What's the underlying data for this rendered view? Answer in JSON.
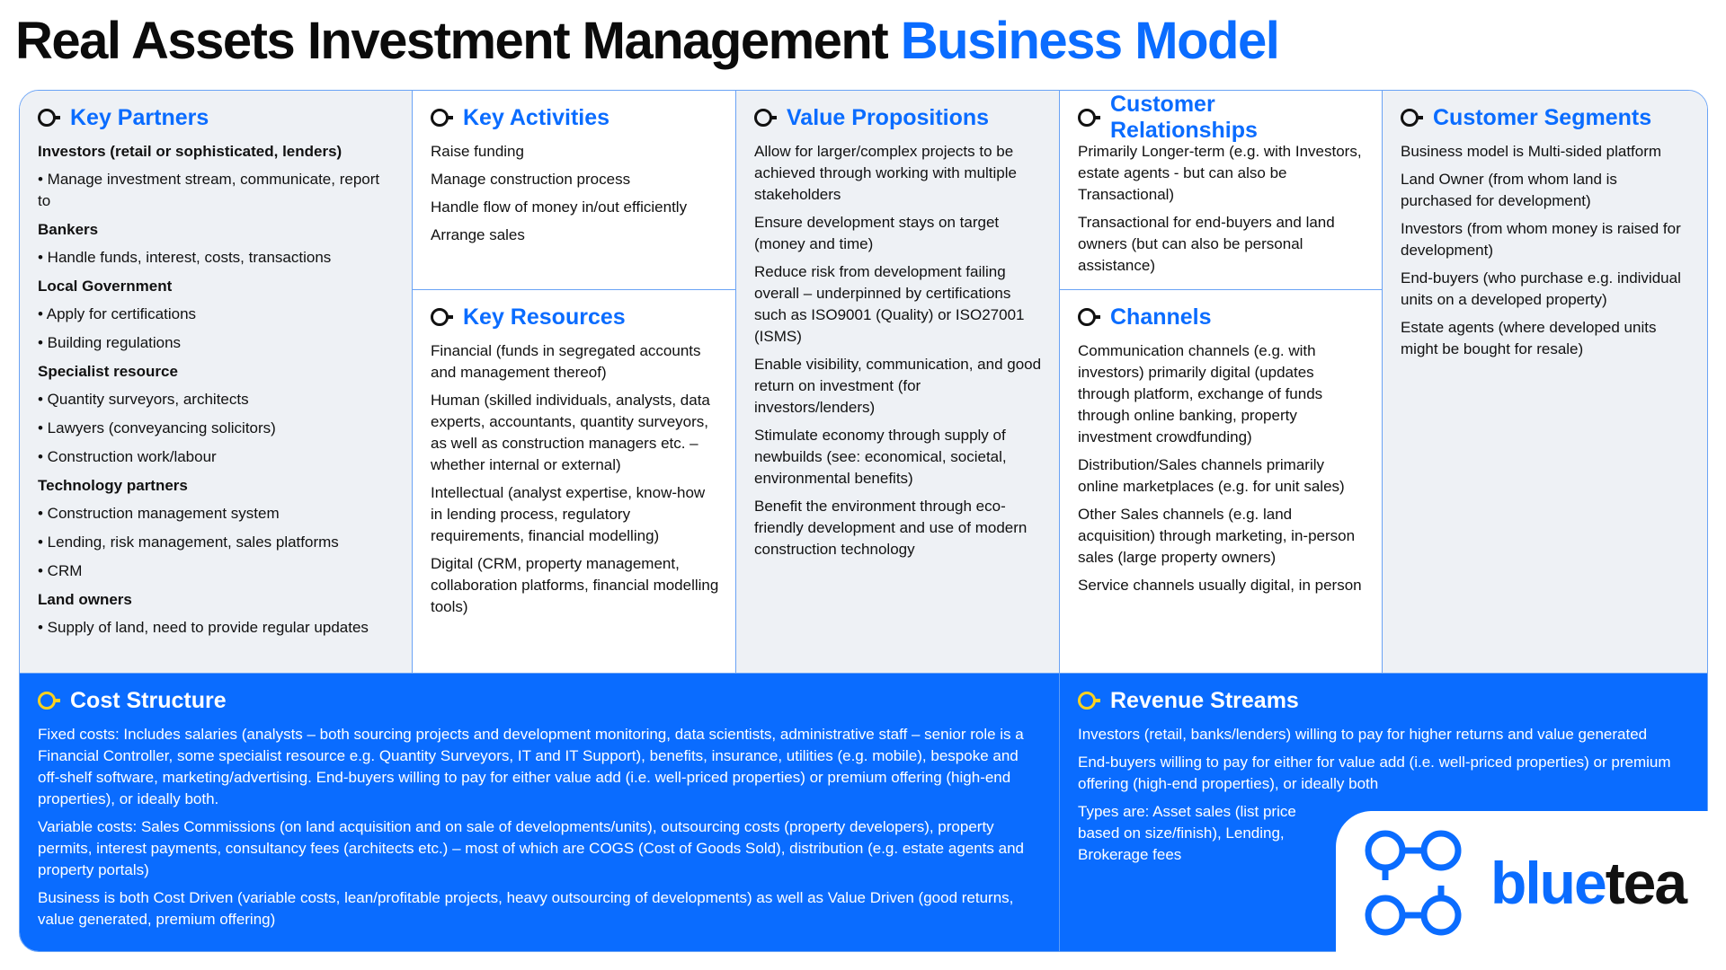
{
  "title": {
    "main": "Real Assets Investment Management",
    "accent": "Business Model"
  },
  "key_partners": {
    "heading": "Key Partners",
    "items": [
      {
        "text": "Investors (retail or sophisticated, lenders)",
        "bold": true
      },
      {
        "text": "• Manage investment stream, communicate, report to"
      },
      {
        "text": "Bankers",
        "bold": true
      },
      {
        "text": "• Handle funds, interest, costs, transactions"
      },
      {
        "text": "Local Government",
        "bold": true
      },
      {
        "text": "• Apply for certifications"
      },
      {
        "text": "• Building regulations"
      },
      {
        "text": "Specialist resource",
        "bold": true
      },
      {
        "text": "• Quantity surveyors, architects"
      },
      {
        "text": "• Lawyers (conveyancing solicitors)"
      },
      {
        "text": "• Construction work/labour"
      },
      {
        "text": "Technology partners",
        "bold": true
      },
      {
        "text": "• Construction management system"
      },
      {
        "text": "• Lending, risk management, sales platforms"
      },
      {
        "text": "• CRM"
      },
      {
        "text": "Land owners",
        "bold": true
      },
      {
        "text": "• Supply of land, need to provide regular updates"
      }
    ]
  },
  "key_activities": {
    "heading": "Key Activities",
    "items": [
      "Raise funding",
      "Manage construction process",
      "Handle flow of money in/out efficiently",
      "Arrange sales"
    ]
  },
  "key_resources": {
    "heading": "Key Resources",
    "items": [
      "Financial (funds in segregated accounts and management thereof)",
      "Human (skilled individuals, analysts, data experts, accountants, quantity surveyors, as well as construction managers etc. – whether internal or external)",
      "Intellectual (analyst expertise, know-how in lending process, regulatory requirements, financial modelling)",
      "Digital (CRM, property management, collaboration platforms, financial modelling tools)"
    ]
  },
  "value_propositions": {
    "heading": "Value Propositions",
    "items": [
      "Allow for larger/complex projects to be achieved through working with multiple stakeholders",
      "Ensure development stays on target (money and time)",
      "Reduce risk from development failing overall – underpinned by certifications such as ISO9001 (Quality) or ISO27001 (ISMS)",
      "Enable visibility, communication, and good return on investment (for investors/lenders)",
      "Stimulate economy through supply of newbuilds (see: economical, societal, environmental benefits)",
      "Benefit the environment through eco-friendly development and use of modern construction technology"
    ]
  },
  "customer_relationships": {
    "heading": "Customer Relationships",
    "items": [
      "Primarily Longer-term (e.g. with Investors, estate agents - but can also be Transactional)",
      "Transactional for end-buyers and land owners (but can also be personal assistance)"
    ]
  },
  "channels": {
    "heading": "Channels",
    "items": [
      "Communication channels (e.g. with investors) primarily digital (updates through platform, exchange of funds through online banking, property investment crowdfunding)",
      "Distribution/Sales channels primarily online marketplaces (e.g. for unit sales)",
      "Other Sales channels (e.g. land acquisition) through marketing, in-person sales (large property owners)",
      "Service channels usually digital, in person"
    ]
  },
  "customer_segments": {
    "heading": "Customer Segments",
    "items": [
      "Business model is Multi-sided platform",
      "Land Owner (from whom land is purchased for development)",
      "Investors (from whom money is raised for development)",
      "End-buyers (who purchase e.g. individual units on a developed property)",
      "Estate agents (where developed units might be bought for resale)"
    ]
  },
  "cost_structure": {
    "heading": "Cost Structure",
    "items": [
      "Fixed costs: Includes salaries (analysts – both sourcing projects and development monitoring, data scientists, administrative staff – senior role is a Financial Controller, some specialist resource e.g. Quantity Surveyors, IT and IT Support), benefits, insurance, utilities (e.g. mobile), bespoke and off-shelf software, marketing/advertising. End-buyers willing to pay for either value add (i.e. well-priced properties) or premium offering (high-end properties), or ideally both.",
      "Variable costs: Sales Commissions (on land acquisition and on sale of developments/units), outsourcing costs (property developers), property permits, interest payments, consultancy fees (architects etc.) – most of which are COGS (Cost of Goods Sold), distribution (e.g. estate agents and property portals)",
      "Business is both Cost Driven (variable costs, lean/profitable projects, heavy outsourcing of developments) as well as Value Driven (good returns, value generated, premium offering)"
    ]
  },
  "revenue_streams": {
    "heading": "Revenue Streams",
    "items": [
      "Investors (retail, banks/lenders) willing to pay for higher returns and value generated",
      "End-buyers willing to pay for either for value add (i.e. well-priced properties) or premium offering (high-end properties), or ideally both",
      "Types are: Asset sales (list price based on size/finish), Lending, Brokerage fees"
    ]
  },
  "logo": {
    "part1": "blue",
    "part2": "tea"
  },
  "colors": {
    "accent": "#0a6cff",
    "panel_gray": "#eef1f5",
    "icon_yellow": "#ffd21e"
  }
}
